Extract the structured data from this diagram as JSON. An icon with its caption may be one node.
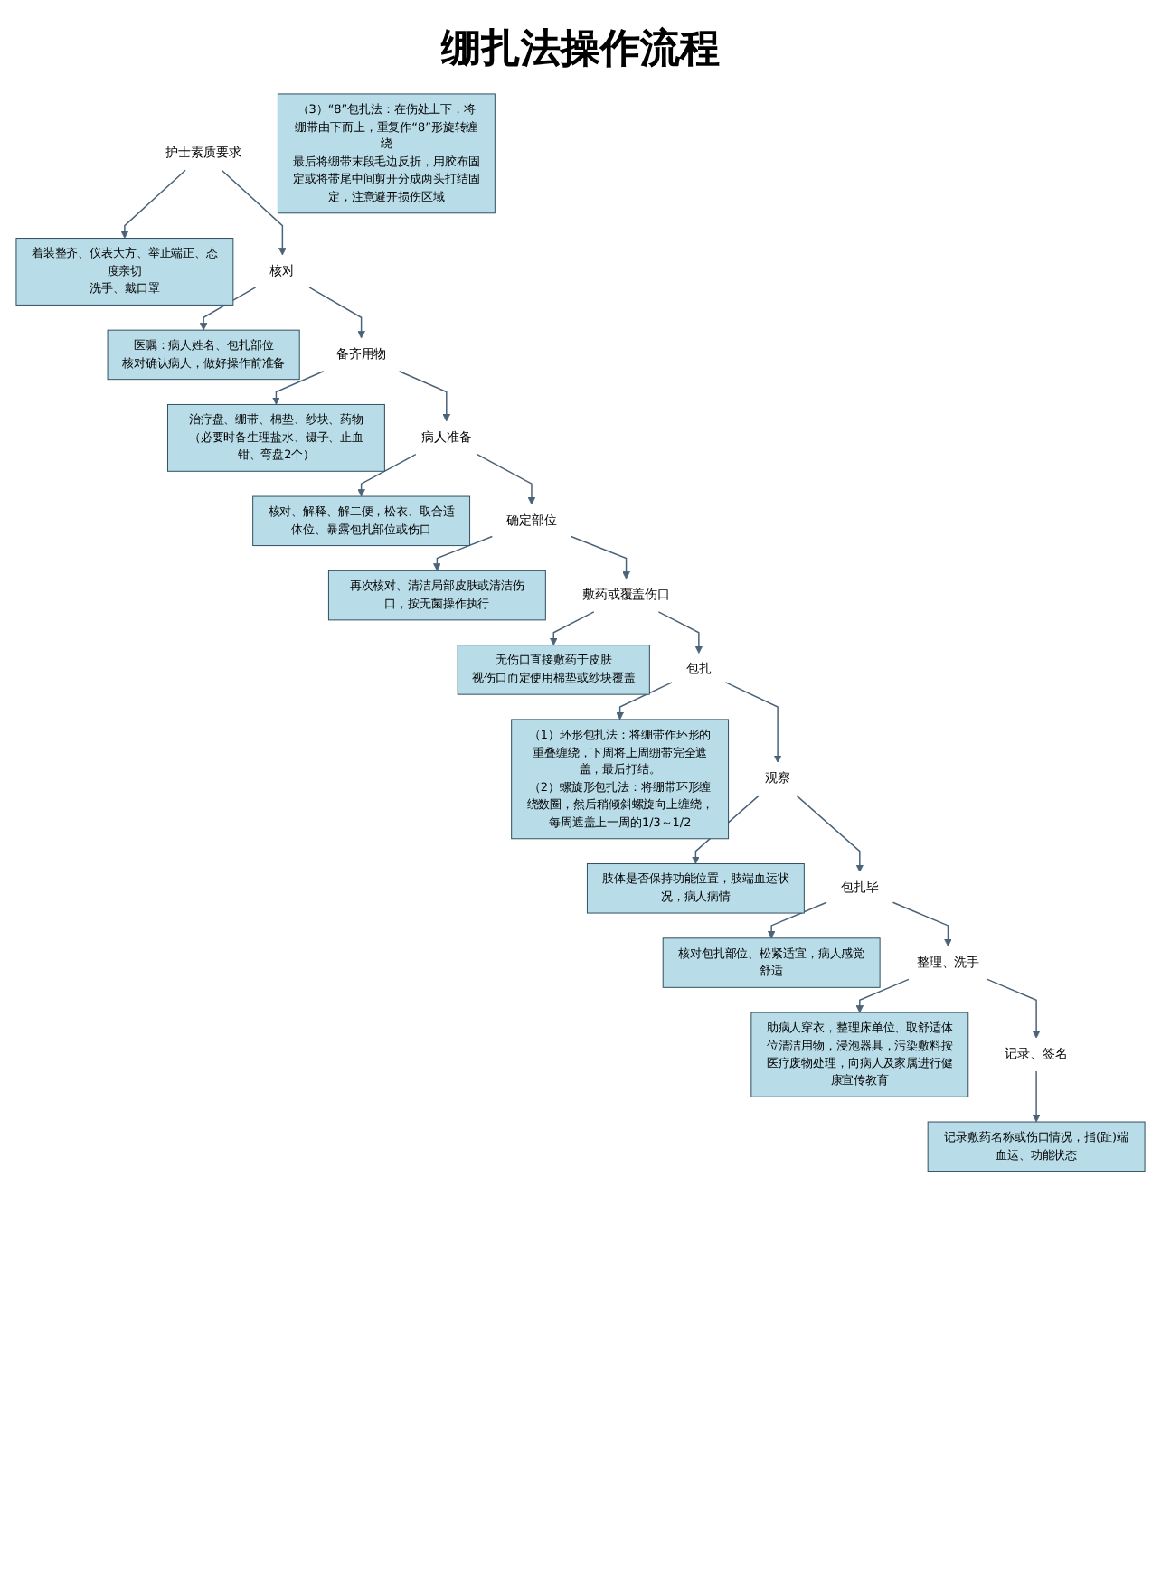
{
  "diagram": {
    "title": "绷扎法操作流程",
    "nodes": [
      {
        "text": [
          "护士素质要求"
        ]
      },
      {
        "text": [
          "着装整齐、仪表大方、举止端正、态度亲切",
          "洗手、戴口罩"
        ]
      },
      {
        "text": [
          "核对"
        ]
      },
      {
        "text": [
          "医嘱：病人姓名、包扎部位",
          "核对确认病人，做好操作前准备"
        ]
      },
      {
        "text": [
          "备齐用物"
        ]
      },
      {
        "text": [
          "治疗盘、绷带、棉垫、纱块、药物（必要时备生理盐水、镊子、止血钳、弯盘2个）"
        ]
      },
      {
        "text": [
          "病人准备"
        ]
      },
      {
        "text": [
          "核对、解释、解二便，松衣、取合适体位、暴露包扎部位或伤口"
        ]
      },
      {
        "text": [
          "确定部位"
        ]
      },
      {
        "text": [
          "再次核对、清洁局部皮肤或清洁伤口，按无菌操作执行"
        ]
      },
      {
        "text": [
          "敷药或覆盖伤口"
        ]
      },
      {
        "text": [
          "无伤口直接敷药于皮肤",
          "视伤口而定使用棉垫或纱块覆盖"
        ]
      },
      {
        "text": [
          "包扎"
        ]
      },
      {
        "text": [
          "（1）环形包扎法：将绷带作环形的重叠缠绕，下周将上周绷带完全遮盖，最后打结。",
          "（2）螺旋形包扎法：将绷带环形缠绕数圈，然后稍倾斜螺旋向上缠绕，每周遮盖上一周的1/3～1/2"
        ]
      },
      {
        "text": [
          "（3）“8”包扎法：在伤处上下，将绷带由下而上，重复作“8”形旋转缠绕",
          "最后将绷带末段毛边反折，用胶布固定或将带尾中间剪开分成两头打结固定，注意避开损伤区域"
        ]
      },
      {
        "text": [
          "观察"
        ]
      },
      {
        "text": [
          "肢体是否保持功能位置，肢端血运状况，病人病情"
        ]
      },
      {
        "text": [
          "包扎毕"
        ]
      },
      {
        "text": [
          "核对包扎部位、松紧适宜，病人感觉舒适"
        ]
      },
      {
        "text": [
          "整理、洗手"
        ]
      },
      {
        "text": [
          "助病人穿衣，整理床单位、取舒适体位清洁用物，浸泡器具，污染敷料按医疗废物处理，向病人及家属进行健康宣传教育"
        ]
      },
      {
        "text": [
          "记录、签名"
        ]
      },
      {
        "text": [
          "记录敷药名称或伤口情况，指(趾)端血运、功能状态"
        ]
      }
    ],
    "edges": [
      {
        "from": 0,
        "to": 1,
        "arrow": "to"
      },
      {
        "from": 0,
        "to": 2,
        "arrow": "to"
      },
      {
        "from": 2,
        "to": 3,
        "arrow": "to"
      },
      {
        "from": 2,
        "to": 4,
        "arrow": "to"
      },
      {
        "from": 4,
        "to": 5,
        "arrow": "to"
      },
      {
        "from": 4,
        "to": 6,
        "arrow": "to"
      },
      {
        "from": 6,
        "to": 7,
        "arrow": "to"
      },
      {
        "from": 6,
        "to": 8,
        "arrow": "to"
      },
      {
        "from": 8,
        "to": 9,
        "arrow": "to"
      },
      {
        "from": 8,
        "to": 10,
        "arrow": "to"
      },
      {
        "from": 10,
        "to": 11,
        "arrow": "to"
      },
      {
        "from": 10,
        "to": 12,
        "arrow": "to"
      },
      {
        "from": 12,
        "to": 13,
        "arrow": "to"
      },
      {
        "from": 12,
        "to": 15,
        "arrow": "to"
      },
      {
        "from": 15,
        "to": 16,
        "arrow": "to"
      },
      {
        "from": 15,
        "to": 17,
        "arrow": "to"
      },
      {
        "from": 17,
        "to": 18,
        "arrow": "to"
      },
      {
        "from": 17,
        "to": 19,
        "arrow": "to"
      },
      {
        "from": 19,
        "to": 20,
        "arrow": "to"
      },
      {
        "from": 19,
        "to": 21,
        "arrow": "to"
      },
      {
        "from": 21,
        "to": 22,
        "arrow": "to"
      }
    ]
  }
}
